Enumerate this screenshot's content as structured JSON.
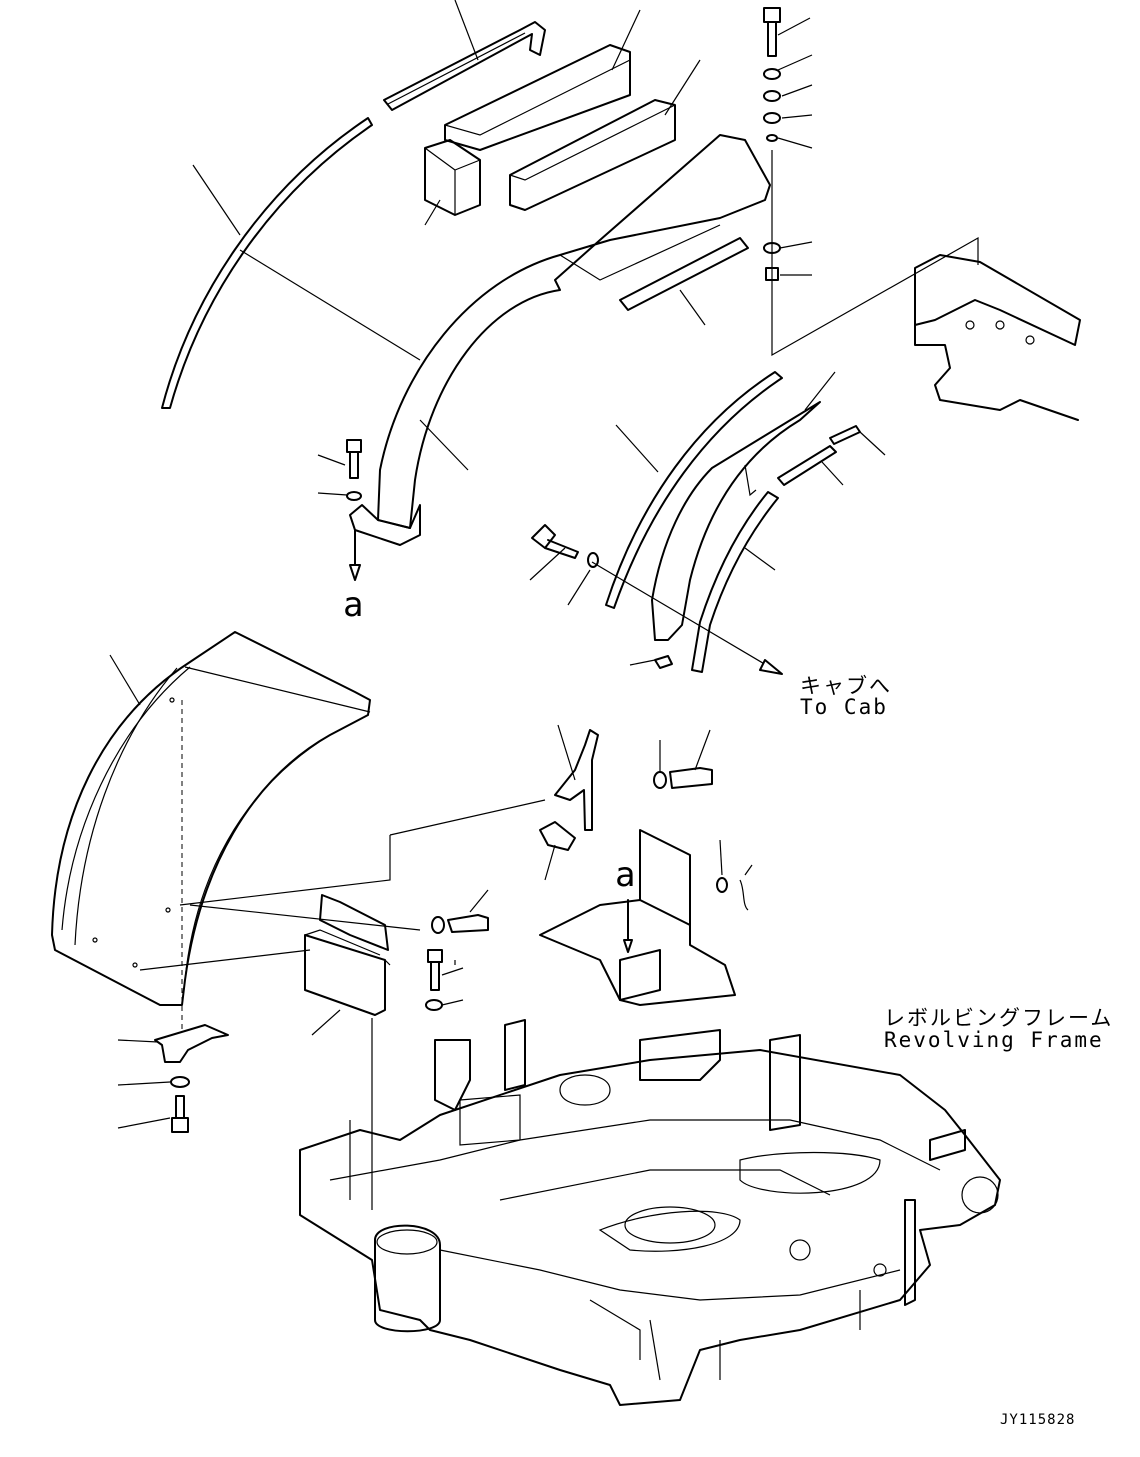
{
  "diagram": {
    "ref_upper": "a",
    "ref_lower": "a",
    "to_cab_jp": "キャブへ",
    "to_cab_en": "To Cab",
    "frame_jp": "レボルビングフレーム",
    "frame_en": "Revolving Frame",
    "drawing_code": "JY115828"
  }
}
